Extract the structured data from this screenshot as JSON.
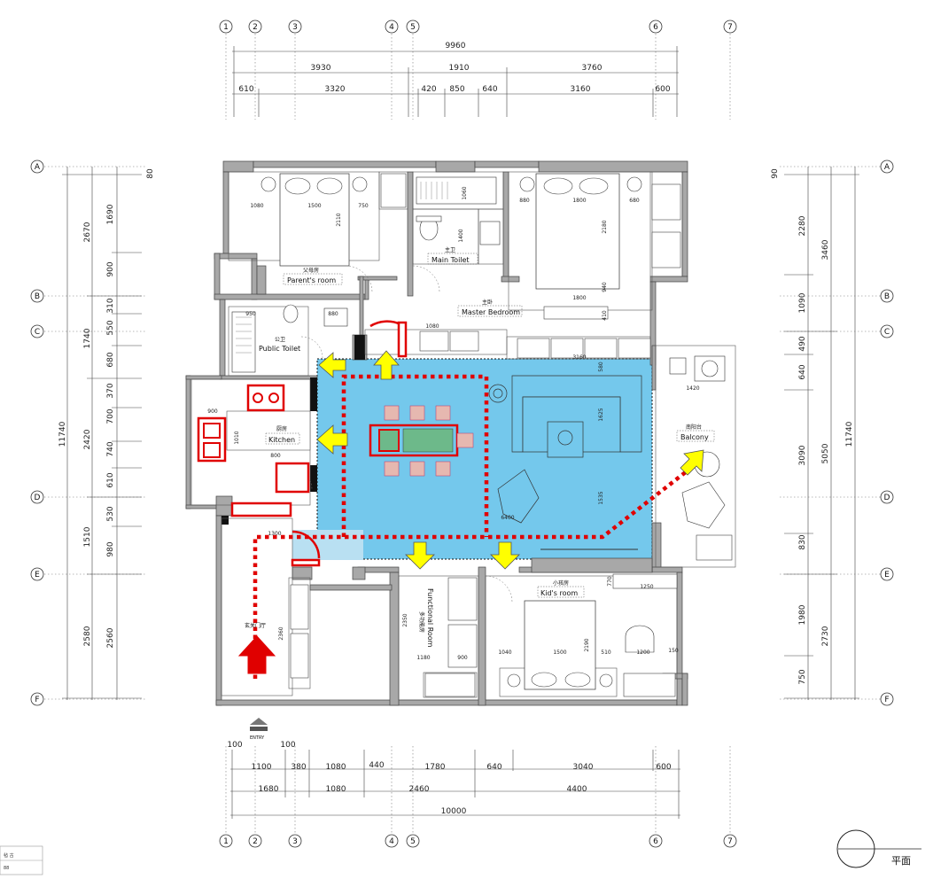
{
  "grid": {
    "columns": [
      "1",
      "2",
      "3",
      "4",
      "5",
      "6",
      "7"
    ],
    "rows": [
      "A",
      "B",
      "C",
      "D",
      "E",
      "F"
    ]
  },
  "dims": {
    "top_total": "9960",
    "top_mid": [
      "3930",
      "1910",
      "3760"
    ],
    "top_detail": [
      "610",
      "3320",
      "420",
      "850",
      "640",
      "3160",
      "600"
    ],
    "bottom_top": [
      "100",
      "100"
    ],
    "bottom_row1": [
      "1100",
      "380",
      "1080",
      "440",
      "1780",
      "640",
      "3040",
      "600"
    ],
    "bottom_row2": [
      "1680",
      "1080",
      "2460",
      "4400"
    ],
    "bottom_total": "10000",
    "left_total": "11740",
    "left_outer": [
      "2670",
      "1740",
      "2420",
      "1510",
      "2580"
    ],
    "left_inner": [
      "1690",
      "900",
      "310",
      "550",
      "680",
      "370",
      "700",
      "740",
      "610",
      "530",
      "980",
      "2560"
    ],
    "left_top_small": "80",
    "right_total": "11740",
    "right_outer": [
      "3460",
      "5050",
      "2730"
    ],
    "right_inner": [
      "2280",
      "1090",
      "490",
      "640",
      "3090",
      "830",
      "1980",
      "750"
    ],
    "right_top_small": "90"
  },
  "rooms": {
    "parents": "Parent's room",
    "parents_cn": "父母房",
    "main_toilet": "Main Toilet",
    "main_toilet_cn": "主卫",
    "master": "Master Bedroom",
    "master_cn": "主卧",
    "public_toilet": "Public Toilet",
    "public_toilet_cn": "公卫",
    "kitchen": "Kitchen",
    "kitchen_cn": "厨房",
    "balcony": "Balcony",
    "balcony_cn": "南阳台",
    "kids": "Kid's room",
    "kids_cn": "小孩房",
    "functional": "Functional Room",
    "functional_cn": "多功能房",
    "entry": "ENTRY",
    "entry_cn": "玄关门厅"
  },
  "inner_dims": [
    "1080",
    "1500",
    "750",
    "2110",
    "880",
    "1800",
    "680",
    "2180",
    "940",
    "1400",
    "1800",
    "410",
    "1080",
    "3160",
    "580",
    "1420",
    "1625",
    "6400",
    "1535",
    "900",
    "950",
    "880",
    "800",
    "1010",
    "1060",
    "2360",
    "2350",
    "1180",
    "900",
    "1040",
    "1500",
    "2190",
    "510",
    "1200",
    "150",
    "1250",
    "770",
    "1300"
  ],
  "labels": {
    "plan_cn": "平面",
    "stamp": [
      "毡 古",
      "88"
    ]
  },
  "colors": {
    "living_fill": "#74c8ec",
    "route": "#e00000",
    "arrow": "#ffff00",
    "wall": "#9a9a9a",
    "table_green": "#6db98a"
  }
}
